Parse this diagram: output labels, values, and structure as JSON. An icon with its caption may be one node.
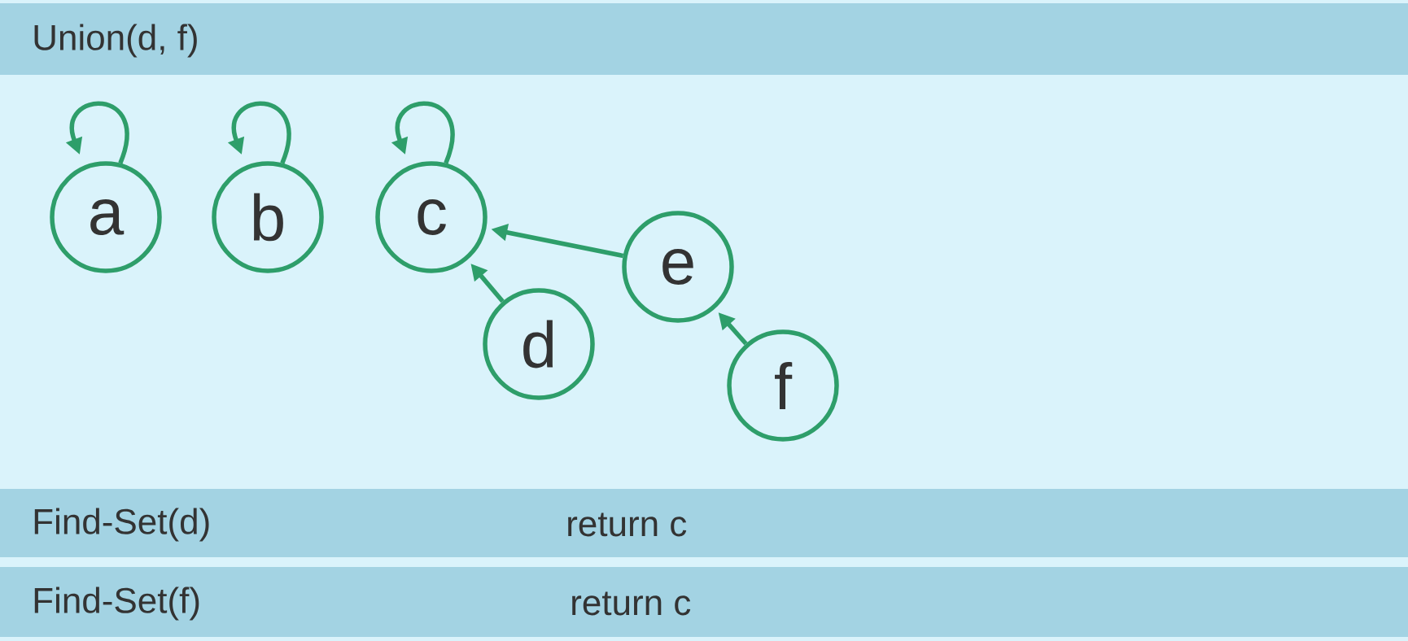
{
  "diagram": {
    "nodes": [
      {
        "text": [
          "a"
        ]
      },
      {
        "text": [
          "b"
        ]
      },
      {
        "text": [
          "c"
        ]
      },
      {
        "text": [
          "e"
        ]
      },
      {
        "text": [
          "d"
        ]
      },
      {
        "text": [
          "f"
        ]
      }
    ],
    "edges": [
      {
        "from": 0,
        "to": 0,
        "arrow": "to"
      },
      {
        "from": 1,
        "to": 1,
        "arrow": "to"
      },
      {
        "from": 2,
        "to": 2,
        "arrow": "to"
      },
      {
        "from": 3,
        "to": 2,
        "arrow": "to"
      },
      {
        "from": 4,
        "to": 2,
        "arrow": "to"
      },
      {
        "from": 5,
        "to": 3,
        "arrow": "to"
      }
    ],
    "labels": [
      "Union(d, f)",
      "Find-Set(d)",
      "return c",
      "Find-Set(f)",
      "return c"
    ]
  }
}
